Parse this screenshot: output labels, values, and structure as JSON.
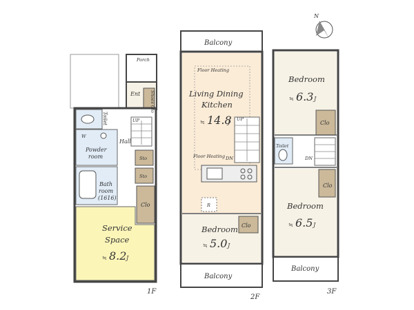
{
  "floors": {
    "f1": {
      "label": "1F",
      "rooms": {
        "porch": "Porch",
        "entrance": "Ent",
        "shoe_closet": "Shoes Clo",
        "toilet": "Toilet",
        "up": "UP",
        "powder_w": "W",
        "powder_line1": "Powder",
        "powder_line2": "room",
        "hall": "Hall",
        "storage1": "Sto",
        "storage2": "Sto",
        "bath_line1": "Bath",
        "bath_line2": "room",
        "bath_line3": "(1616)",
        "closet": "Clo",
        "service_line1": "Service",
        "service_line2": "Space",
        "service_size": "8.2",
        "service_unit": "J"
      }
    },
    "f2": {
      "label": "2F",
      "rooms": {
        "balcony_top": "Balcony",
        "floor_heating_1": "Floor Heating",
        "ldk_line1": "Living Dining",
        "ldk_line2": "Kitchen",
        "ldk_size": "14.8",
        "ldk_unit": "J",
        "up": "UP",
        "dn": "DN",
        "floor_heating_2": "Floor Heating",
        "fridge": "R",
        "bedroom": "Bedroom",
        "bedroom_size": "5.0",
        "bedroom_unit": "J",
        "closet": "Clo",
        "balcony_bottom": "Balcony"
      }
    },
    "f3": {
      "label": "3F",
      "rooms": {
        "bedroom_top": "Bedroom",
        "bedroom_top_size": "6.3",
        "bedroom_top_unit": "J",
        "closet_top": "Clo",
        "toilet": "Toilet",
        "dn": "DN",
        "closet_bottom": "Clo",
        "bedroom_bottom": "Bedroom",
        "bedroom_bottom_size": "6.5",
        "bedroom_bottom_unit": "J",
        "balcony": "Balcony"
      }
    }
  },
  "compass": {
    "north": "N"
  },
  "colors": {
    "wall": "#444444",
    "living": "#fbecd7",
    "service": "#fbf5b8",
    "wet": "#e1ecf7",
    "floor": "#f7f2e6",
    "closet": "#cbb99a",
    "corridor": "#ffffff"
  }
}
